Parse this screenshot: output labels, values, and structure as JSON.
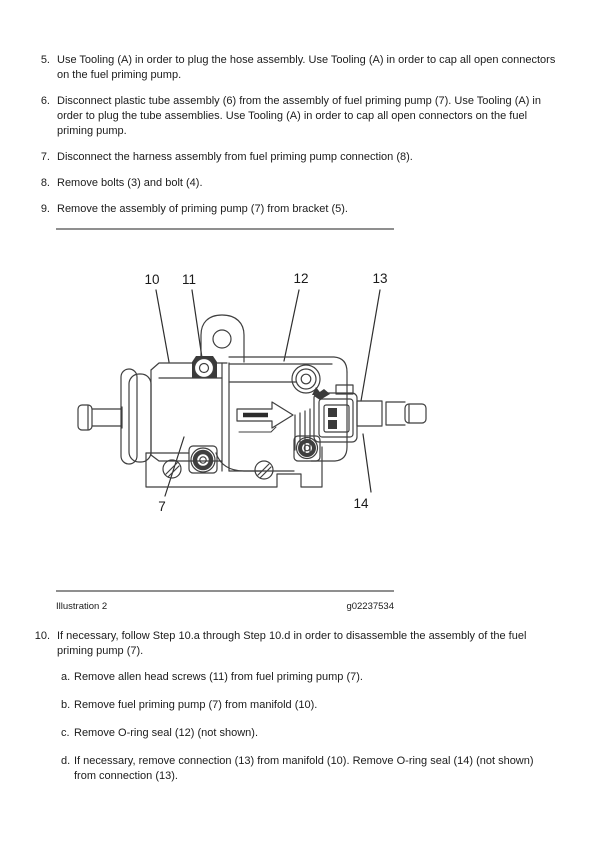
{
  "doc": {
    "steps": [
      {
        "num": "5.",
        "text": "Use Tooling (A) in order to plug the hose assembly. Use Tooling (A) in order to cap all open connectors on the fuel priming pump."
      },
      {
        "num": "6.",
        "text": "Disconnect plastic tube assembly (6) from the assembly of fuel priming pump (7). Use Tooling (A) in order to plug the tube assemblies. Use Tooling (A) in order to cap all open connectors on the fuel priming pump."
      },
      {
        "num": "7.",
        "text": "Disconnect the harness assembly from fuel priming pump connection (8)."
      },
      {
        "num": "8.",
        "text": "Remove bolts (3) and bolt (4)."
      },
      {
        "num": "9.",
        "text": "Remove the assembly of priming pump (7) from bracket (5)."
      },
      {
        "num": "10.",
        "text": "If necessary, follow Step 10.a through Step 10.d in order to disassemble the assembly of the fuel priming pump (7)."
      }
    ],
    "substeps": [
      {
        "letter": "a.",
        "text": "Remove allen head screws (11) from fuel priming pump (7)."
      },
      {
        "letter": "b.",
        "text": "Remove fuel priming pump (7) from manifold (10)."
      },
      {
        "letter": "c.",
        "text": "Remove O-ring seal (12) (not shown)."
      },
      {
        "letter": "d.",
        "text": "If necessary, remove connection (13) from manifold (10). Remove O-ring seal (14) (not shown) from connection (13)."
      }
    ],
    "figure": {
      "caption_label": "Illustration 2",
      "caption_code": "g02237534",
      "callouts": [
        "10",
        "11",
        "12",
        "13",
        "7",
        "14"
      ]
    },
    "colors": {
      "text": "#1c1c1c",
      "rule": "#8f8f8f",
      "drawing_line": "#3f3f3f"
    }
  }
}
